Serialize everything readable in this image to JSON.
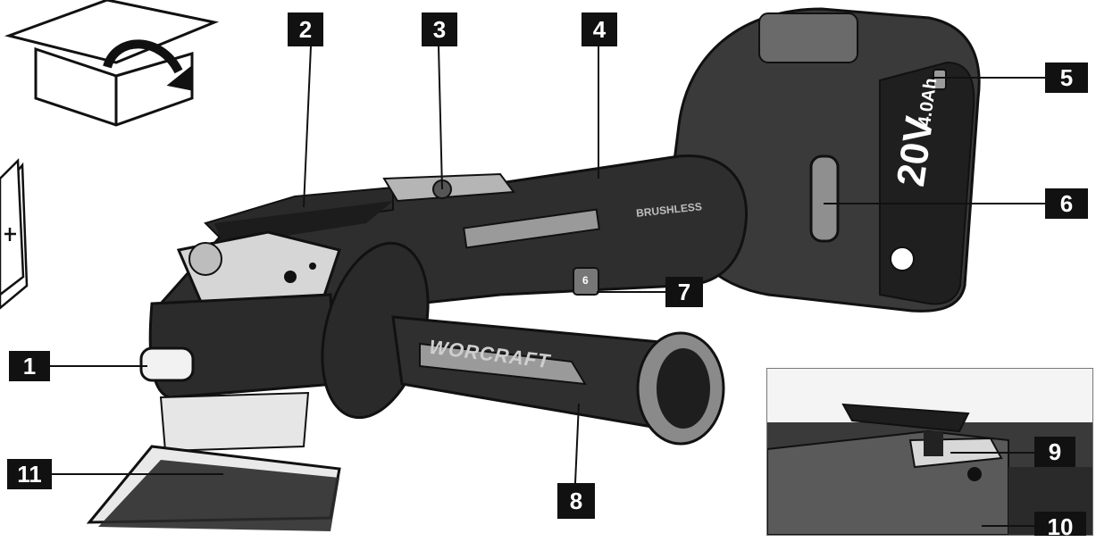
{
  "figure": {
    "callouts": [
      {
        "label": "1"
      },
      {
        "label": "2"
      },
      {
        "label": "3"
      },
      {
        "label": "4"
      },
      {
        "label": "5"
      },
      {
        "label": "6"
      },
      {
        "label": "7"
      },
      {
        "label": "8"
      },
      {
        "label": "9"
      },
      {
        "label": "10"
      },
      {
        "label": "11"
      }
    ],
    "tool_markings": {
      "brand": "WORCRAFT",
      "motor": "BRUSHLESS",
      "battery_voltage": "20V",
      "battery_capacity": "4.0Ah",
      "speed_dial": "6"
    },
    "colors": {
      "label_bg": "#111111",
      "label_text": "#ffffff",
      "body_dark": "#2b2b2b",
      "grip_gray": "#8a8a8a",
      "metal": "#cfcfcf"
    }
  }
}
